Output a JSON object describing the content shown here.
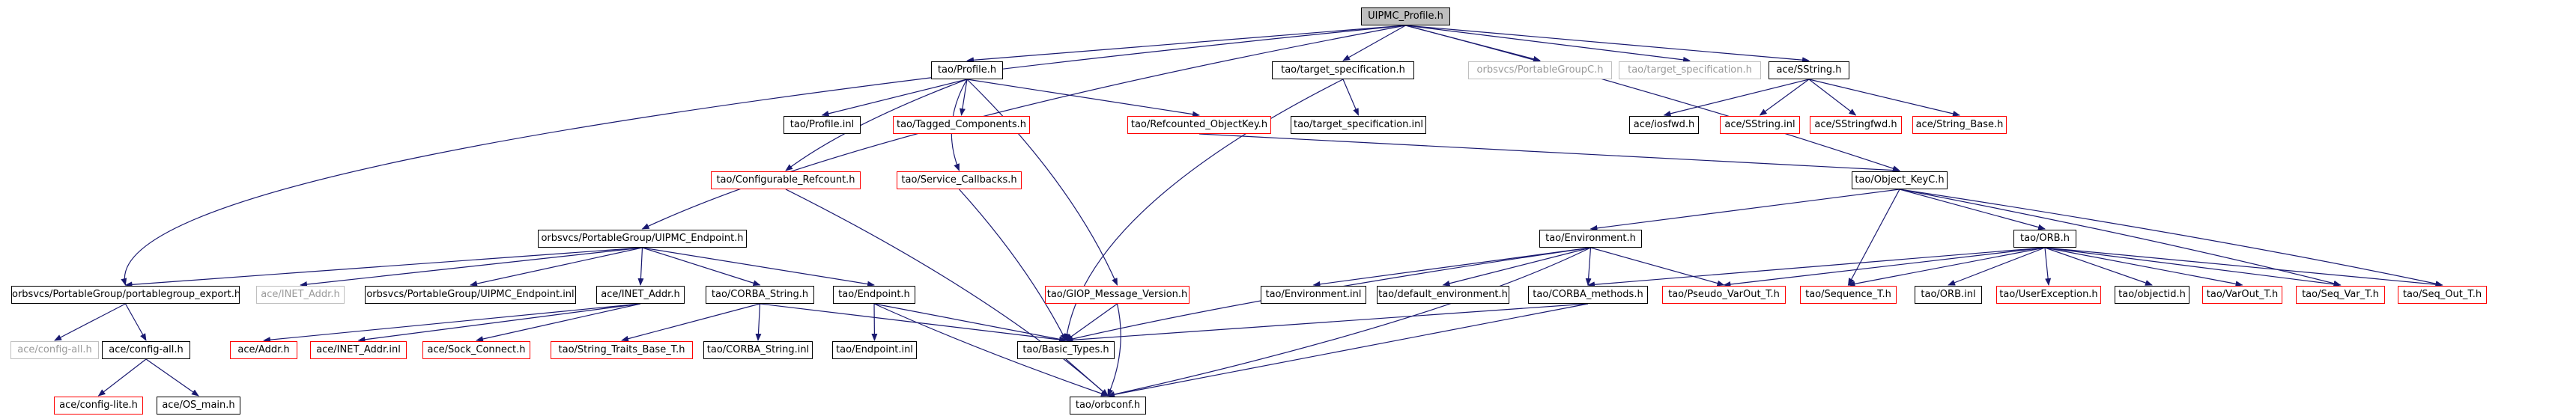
{
  "title": "UIPMC_Profile.h",
  "colors": {
    "edge": "#191970",
    "normal_border": "#000000",
    "missing_border": "#ff0000",
    "external_border": "#bfbfbf",
    "root_fill": "#bfbfbf"
  },
  "nodes": {
    "uipmc_profile_h": {
      "label": "UIPMC_Profile.h"
    },
    "tao_profile_h": {
      "label": "tao/Profile.h"
    },
    "tao_target_specification_h_a": {
      "label": "tao/target_specification.h"
    },
    "orbsvcs_portablegroupc_h": {
      "label": "orbsvcs/PortableGroupC.h"
    },
    "tao_target_specification_h_b": {
      "label": "tao/target_specification.h"
    },
    "ace_sstring_h": {
      "label": "ace/SString.h"
    },
    "tao_profile_inl": {
      "label": "tao/Profile.inl"
    },
    "tao_tagged_components_h": {
      "label": "tao/Tagged_Components.h"
    },
    "tao_refcounted_objectkey_h": {
      "label": "tao/Refcounted_ObjectKey.h"
    },
    "tao_target_specification_inl": {
      "label": "tao/target_specification.inl"
    },
    "ace_iosfwd_h": {
      "label": "ace/iosfwd.h"
    },
    "ace_sstring_inl": {
      "label": "ace/SString.inl"
    },
    "ace_sstringfwd_h": {
      "label": "ace/SStringfwd.h"
    },
    "ace_string_base_h": {
      "label": "ace/String_Base.h"
    },
    "tao_configurable_refcount_h": {
      "label": "tao/Configurable_Refcount.h"
    },
    "tao_service_callbacks_h": {
      "label": "tao/Service_Callbacks.h"
    },
    "tao_object_keyc_h": {
      "label": "tao/Object_KeyC.h"
    },
    "uipmc_endpoint_h": {
      "label": "orbsvcs/PortableGroup/UIPMC_Endpoint.h"
    },
    "tao_environment_h": {
      "label": "tao/Environment.h"
    },
    "tao_orb_h": {
      "label": "tao/ORB.h"
    },
    "portablegroup_export_h": {
      "label": "orbsvcs/PortableGroup/portablegroup_export.h"
    },
    "ace_inet_addr_h_a": {
      "label": "ace/INET_Addr.h"
    },
    "uipmc_endpoint_inl": {
      "label": "orbsvcs/PortableGroup/UIPMC_Endpoint.inl"
    },
    "ace_inet_addr_h_b": {
      "label": "ace/INET_Addr.h"
    },
    "tao_corba_string_h": {
      "label": "tao/CORBA_String.h"
    },
    "tao_endpoint_h": {
      "label": "tao/Endpoint.h"
    },
    "tao_giop_message_version_h": {
      "label": "tao/GIOP_Message_Version.h"
    },
    "tao_environment_inl": {
      "label": "tao/Environment.inl"
    },
    "tao_default_environment_h": {
      "label": "tao/default_environment.h"
    },
    "tao_corba_methods_h": {
      "label": "tao/CORBA_methods.h"
    },
    "tao_pseudo_varout_t_h": {
      "label": "tao/Pseudo_VarOut_T.h"
    },
    "tao_sequence_t_h": {
      "label": "tao/Sequence_T.h"
    },
    "tao_orb_inl": {
      "label": "tao/ORB.inl"
    },
    "tao_userexception_h": {
      "label": "tao/UserException.h"
    },
    "tao_objectid_h": {
      "label": "tao/objectid.h"
    },
    "tao_varout_t_h": {
      "label": "tao/VarOut_T.h"
    },
    "tao_seq_var_t_h": {
      "label": "tao/Seq_Var_T.h"
    },
    "tao_seq_out_t_h": {
      "label": "tao/Seq_Out_T.h"
    },
    "ace_config_all_h_a": {
      "label": "ace/config-all.h"
    },
    "ace_config_all_h_b": {
      "label": "ace/config-all.h"
    },
    "ace_addr_h": {
      "label": "ace/Addr.h"
    },
    "ace_inet_addr_inl": {
      "label": "ace/INET_Addr.inl"
    },
    "ace_sock_connect_h": {
      "label": "ace/Sock_Connect.h"
    },
    "tao_string_traits_base_t_h": {
      "label": "tao/String_Traits_Base_T.h"
    },
    "tao_corba_string_inl": {
      "label": "tao/CORBA_String.inl"
    },
    "tao_endpoint_inl": {
      "label": "tao/Endpoint.inl"
    },
    "tao_basic_types_h": {
      "label": "tao/Basic_Types.h"
    },
    "ace_config_lite_h": {
      "label": "ace/config-lite.h"
    },
    "ace_os_main_h": {
      "label": "ace/OS_main.h"
    },
    "tao_orbconf_h": {
      "label": "tao/orbconf.h"
    }
  }
}
